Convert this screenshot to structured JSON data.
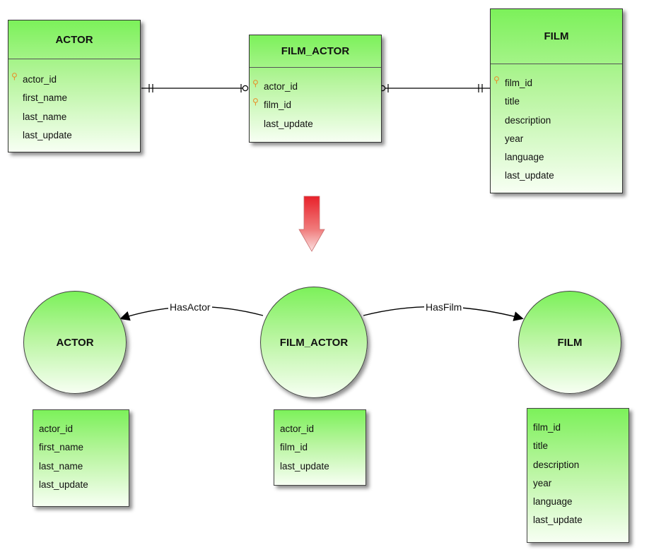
{
  "er": {
    "actor": {
      "title": "ACTOR",
      "fields": [
        {
          "name": "actor_id",
          "key": true
        },
        {
          "name": "first_name",
          "key": false
        },
        {
          "name": "last_name",
          "key": false
        },
        {
          "name": "last_update",
          "key": false
        }
      ]
    },
    "film_actor": {
      "title": "FILM_ACTOR",
      "fields": [
        {
          "name": "actor_id",
          "key": true
        },
        {
          "name": "film_id",
          "key": true
        },
        {
          "name": "last_update",
          "key": false
        }
      ]
    },
    "film": {
      "title": "FILM",
      "fields": [
        {
          "name": "film_id",
          "key": true
        },
        {
          "name": "title",
          "key": false
        },
        {
          "name": "description",
          "key": false
        },
        {
          "name": "year",
          "key": false
        },
        {
          "name": "language",
          "key": false
        },
        {
          "name": "last_update",
          "key": false
        }
      ]
    }
  },
  "graph": {
    "actor": {
      "label": "ACTOR",
      "properties": [
        "actor_id",
        "first_name",
        "last_name",
        "last_update"
      ]
    },
    "film_actor": {
      "label": "FILM_ACTOR",
      "properties": [
        "actor_id",
        "film_id",
        "last_update"
      ]
    },
    "film": {
      "label": "FILM",
      "properties": [
        "film_id",
        "title",
        "description",
        "year",
        "language",
        "last_update"
      ]
    },
    "edges": {
      "has_actor": "HasActor",
      "has_film": "HasFilm"
    }
  },
  "colors": {
    "entity_fill_top": "#7cf15a",
    "entity_fill_bottom": "#f7fff3",
    "arrow_red": "#e8212a",
    "key_icon": "#e8902a"
  },
  "icons": {
    "primary_key": "key-icon",
    "transform_arrow": "down-arrow-icon"
  }
}
